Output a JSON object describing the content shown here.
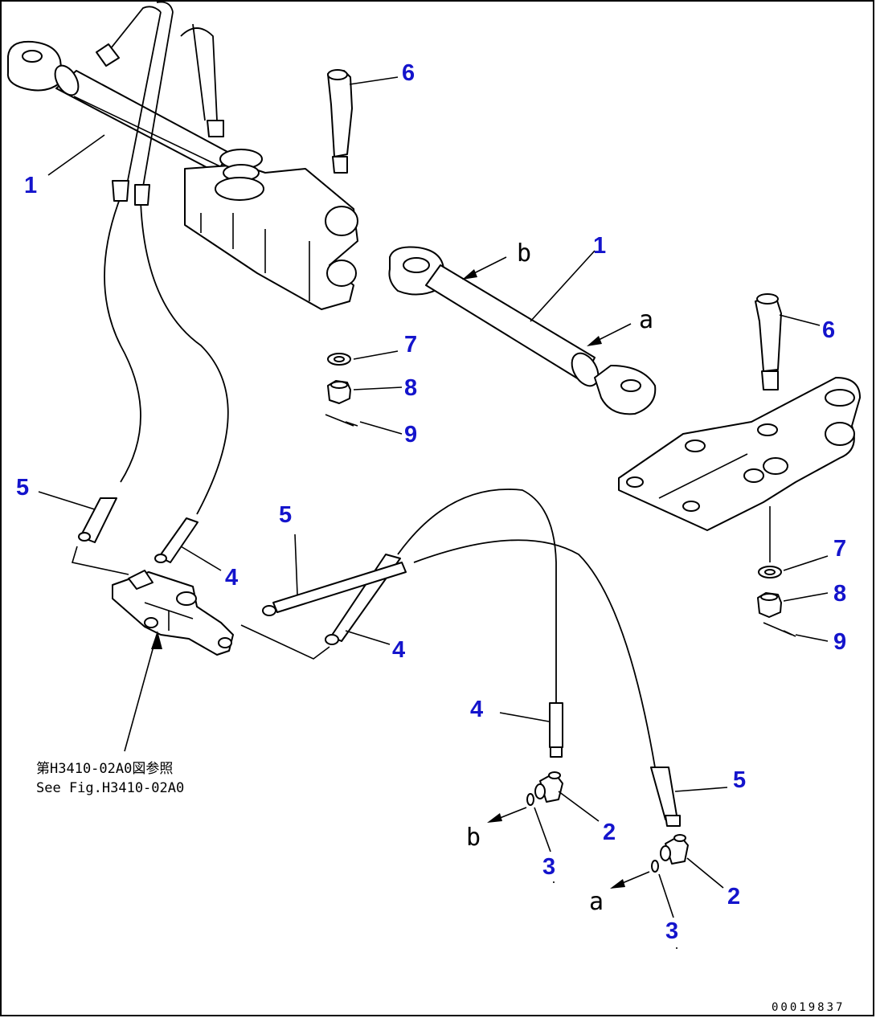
{
  "callouts": [
    {
      "id": "c1a",
      "label": "1"
    },
    {
      "id": "c1b",
      "label": "1"
    },
    {
      "id": "c2a",
      "label": "2"
    },
    {
      "id": "c2b",
      "label": "2"
    },
    {
      "id": "c3a",
      "label": "3"
    },
    {
      "id": "c3b",
      "label": "3"
    },
    {
      "id": "c4a",
      "label": "4"
    },
    {
      "id": "c4b",
      "label": "4"
    },
    {
      "id": "c4c",
      "label": "4"
    },
    {
      "id": "c5a",
      "label": "5"
    },
    {
      "id": "c5b",
      "label": "5"
    },
    {
      "id": "c5c",
      "label": "5"
    },
    {
      "id": "c6a",
      "label": "6"
    },
    {
      "id": "c6b",
      "label": "6"
    },
    {
      "id": "c7a",
      "label": "7"
    },
    {
      "id": "c7b",
      "label": "7"
    },
    {
      "id": "c8a",
      "label": "8"
    },
    {
      "id": "c8b",
      "label": "8"
    },
    {
      "id": "c9a",
      "label": "9"
    },
    {
      "id": "c9b",
      "label": "9"
    }
  ],
  "letters": {
    "b_top": "b",
    "a_top": "a",
    "b_bottom": "b",
    "a_bottom": "a"
  },
  "reference": {
    "line_jp": "第H3410-02A0図参照",
    "line_en": "See Fig.H3410-02A0"
  },
  "doc_number": "00019837",
  "colors": {
    "callout": "#1414cc",
    "line": "#000000",
    "background": "#ffffff"
  }
}
